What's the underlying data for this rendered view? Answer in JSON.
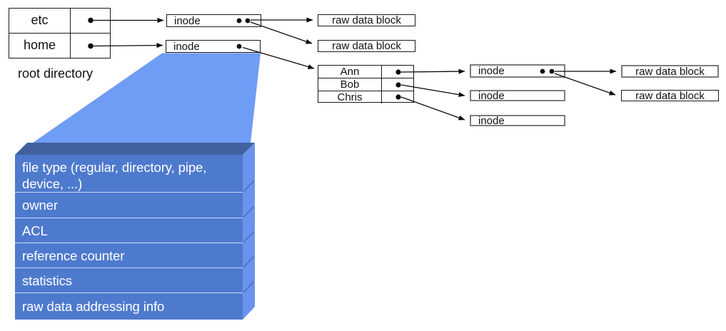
{
  "diagram": {
    "root_table": {
      "caption": "root directory",
      "rows": [
        {
          "name": "etc"
        },
        {
          "name": "home"
        }
      ]
    },
    "top_inodes": [
      {
        "label": "inode"
      },
      {
        "label": "inode"
      }
    ],
    "top_raw_blocks": [
      {
        "label": "raw data block"
      },
      {
        "label": "raw data block"
      }
    ],
    "user_table": {
      "rows": [
        {
          "name": "Ann"
        },
        {
          "name": "Bob"
        },
        {
          "name": "Chris"
        }
      ]
    },
    "right_inodes": [
      {
        "label": "inode"
      },
      {
        "label": "inode"
      },
      {
        "label": "inode"
      }
    ],
    "right_raw_blocks": [
      {
        "label": "raw data block"
      },
      {
        "label": "raw data block"
      }
    ],
    "inode_fields": [
      "file type (regular, directory, pipe, device, ...)",
      "owner",
      "ACL",
      "reference counter",
      "statistics",
      "raw data addressing info"
    ]
  },
  "colors": {
    "funnel": "#6f9cf5",
    "stack_front": "#4e7ace",
    "stack_top": "#40609f",
    "stack_side": "#6a93ee",
    "stack_separator": "#c9d7f1",
    "box_border": "#1a1a1a",
    "gray_box_border": "#7d7d7d",
    "arrow": "#0a0a0a"
  }
}
